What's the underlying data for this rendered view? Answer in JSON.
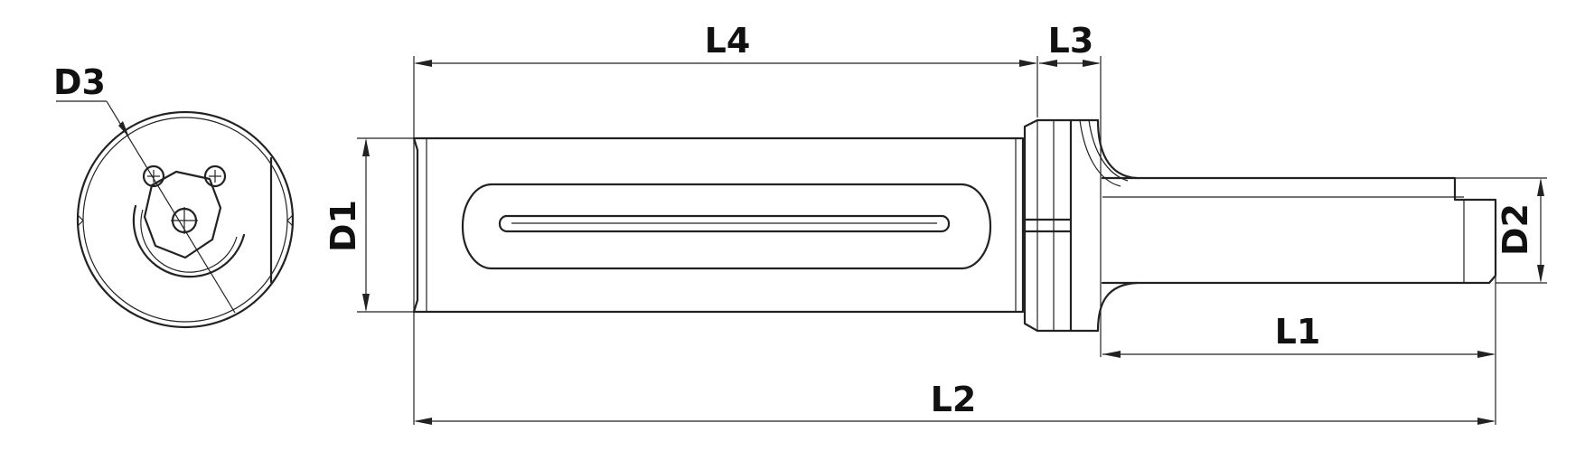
{
  "labels": {
    "D1": "D1",
    "D2": "D2",
    "D3": "D3",
    "L1": "L1",
    "L2": "L2",
    "L3": "L3",
    "L4": "L4"
  },
  "colors": {
    "line": "#222222",
    "background": "#ffffff"
  }
}
